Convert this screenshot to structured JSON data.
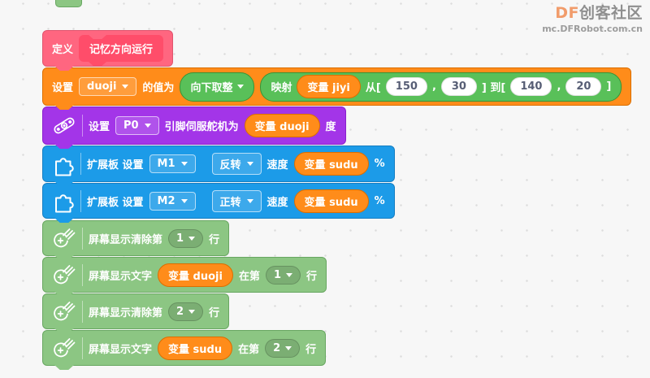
{
  "watermark": {
    "brand_orange": "DF",
    "brand_gray": "创客社区",
    "subtitle": "mc.DFRobot.com.cn"
  },
  "palette": {
    "function_pink": "#ff6680",
    "function_prototype_pink": "#ff4d6a",
    "variable_orange": "#ff8c1a",
    "operator_green": "#59c059",
    "actuator_purple": "#a335e8",
    "extension_blue": "#1c9be8",
    "display_green": "#8cc683"
  },
  "define_block": {
    "keyword": "定义",
    "function_name": "记忆方向运行"
  },
  "set_block": {
    "set_label": "设置",
    "variable": "duoji",
    "equals_label": "的值为",
    "floor": {
      "label": "向下取整"
    },
    "map": {
      "label": "映射",
      "variable": "变量 jiyi",
      "from_label": "从[",
      "comma": ",",
      "from_low": "150",
      "from_high": "30",
      "to_label": "] 到[",
      "to_low": "140",
      "to_high": "20",
      "close_label": "]"
    }
  },
  "servo_block": {
    "set_label": "设置",
    "pin": "P0",
    "label": "引脚伺服舵机为",
    "variable": "变量 duoji",
    "unit_label": "度"
  },
  "motor_block_1": {
    "label": "扩展板 设置",
    "port": "M1",
    "direction": "反转",
    "speed_label": "速度",
    "variable": "变量 sudu",
    "unit_label": "%"
  },
  "motor_block_2": {
    "label": "扩展板 设置",
    "port": "M2",
    "direction": "正转",
    "speed_label": "速度",
    "variable": "变量 sudu",
    "unit_label": "%"
  },
  "clear_block_1": {
    "label": "屏幕显示清除第",
    "line": "1",
    "unit_label": "行"
  },
  "text_block_1": {
    "label": "屏幕显示文字",
    "variable": "变量 duoji",
    "at_label": "在第",
    "line": "1",
    "unit_label": "行"
  },
  "clear_block_2": {
    "label": "屏幕显示清除第",
    "line": "2",
    "unit_label": "行"
  },
  "text_block_2": {
    "label": "屏幕显示文字",
    "variable": "变量 sudu",
    "at_label": "在第",
    "line": "2",
    "unit_label": "行"
  }
}
